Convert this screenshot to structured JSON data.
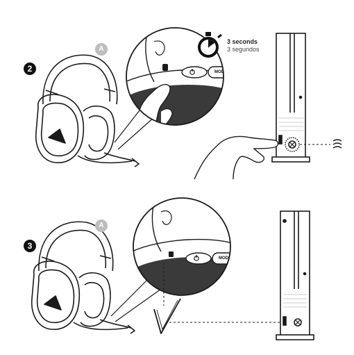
{
  "steps": [
    {
      "number": "2",
      "callout": "A",
      "button_label": "MODE",
      "timer": {
        "primary": "3 seconds",
        "secondary": "3 segundos"
      }
    },
    {
      "number": "3",
      "callout": "A",
      "button_label": "MODE"
    }
  ],
  "icons": [
    "headset-icon",
    "stopwatch-icon",
    "hand-press-icon",
    "console-icon",
    "wireless-signal-icon",
    "checkmark-icon",
    "power-icon",
    "xbox-logo-icon"
  ],
  "colors": {
    "line": "#1a1a1a",
    "callout": "#bdbdbd",
    "band": "#3a3a3a"
  }
}
